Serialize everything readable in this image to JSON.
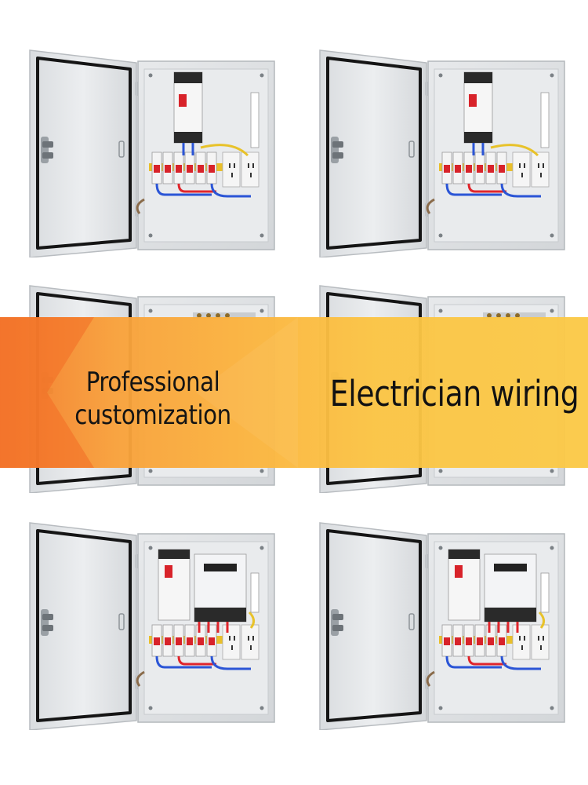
{
  "banner": {
    "left_line1": "Professional",
    "left_line2": "customization",
    "right_text": "Electrician wiring"
  },
  "cabinets": [
    {
      "label": "distribution-box-1",
      "variant": "breakers-sockets"
    },
    {
      "label": "distribution-box-2",
      "variant": "breakers-sockets"
    },
    {
      "label": "distribution-box-3",
      "variant": "empty-rail"
    },
    {
      "label": "distribution-box-4",
      "variant": "empty-rail"
    },
    {
      "label": "distribution-box-5",
      "variant": "meter-breakers-sockets"
    },
    {
      "label": "distribution-box-6",
      "variant": "meter-breakers-sockets"
    }
  ],
  "colors": {
    "cabinet": "#dcdfe2",
    "door": "#e4e6e8",
    "gasket": "#151515",
    "breaker_red": "#d8232a",
    "wire_blue": "#2b55d6",
    "wire_red": "#e0252c",
    "wire_yellow": "#e8c22a",
    "banner_orange": "#f37a2c",
    "banner_yellow": "#fbc947"
  }
}
